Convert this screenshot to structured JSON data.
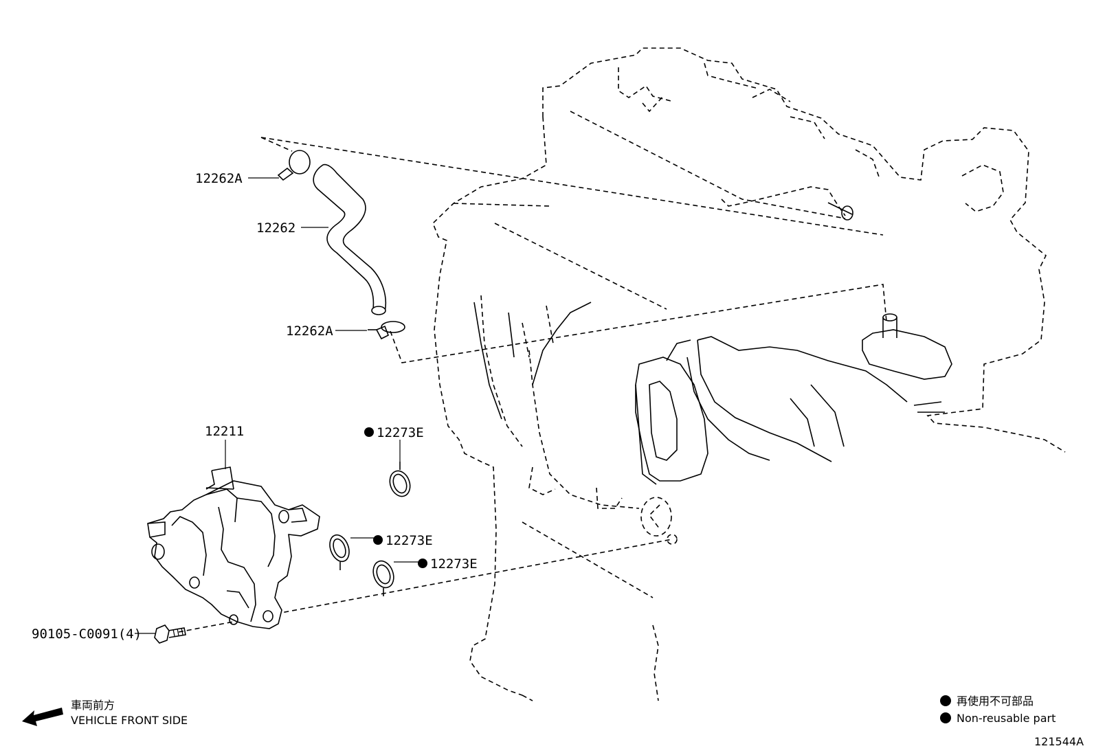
{
  "parts": {
    "hose_clamp_upper": "12262A",
    "hose": "12262",
    "hose_clamp_lower": "12262A",
    "vacuum_pump": "12211",
    "oring_1": "12273E",
    "oring_2": "12273E",
    "oring_3": "12273E",
    "bolt": "90105-C0091(4)"
  },
  "direction": {
    "jp": "車両前方",
    "en": "VEHICLE FRONT SIDE"
  },
  "legend": {
    "jp": "再使用不可部品",
    "en": "Non-reusable part"
  },
  "figure_id": "121544A"
}
